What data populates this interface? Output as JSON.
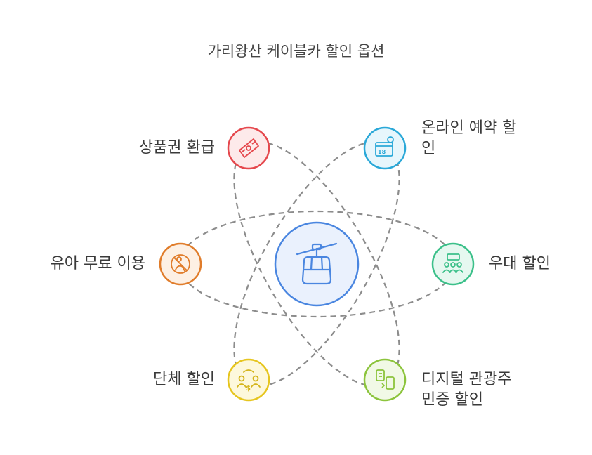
{
  "title": "가리왕산 케이블카 할인 옵션",
  "center": {
    "icon": "cable-car-icon",
    "color": "#4a86e0",
    "fill": "#eaf1fd"
  },
  "options": [
    {
      "id": "voucher-refund",
      "label": "상품권 환급",
      "icon": "voucher-icon",
      "color": "#e5484d",
      "fill": "#fdeaea"
    },
    {
      "id": "online-booking",
      "label_line1": "온라인 예약 할",
      "label_line2": "인",
      "icon": "calendar-18-icon",
      "color": "#2aa8d8",
      "fill": "#e7f6fc"
    },
    {
      "id": "infant-free",
      "label": "유아 무료 이용",
      "icon": "no-baby-icon",
      "color": "#e07c2a",
      "fill": "#fdf0e4"
    },
    {
      "id": "preferential",
      "label": "우대 할인",
      "icon": "ticket-group-icon",
      "color": "#3cc08a",
      "fill": "#e6f8f0"
    },
    {
      "id": "group-discount",
      "label": "단체 할인",
      "icon": "group-money-icon",
      "color": "#e6c51e",
      "fill": "#fdf8dc"
    },
    {
      "id": "digital-tour",
      "label_line1": "디지털 관광주",
      "label_line2": "민증 할인",
      "icon": "phone-id-icon",
      "color": "#8cc43c",
      "fill": "#f1f9e6"
    }
  ]
}
